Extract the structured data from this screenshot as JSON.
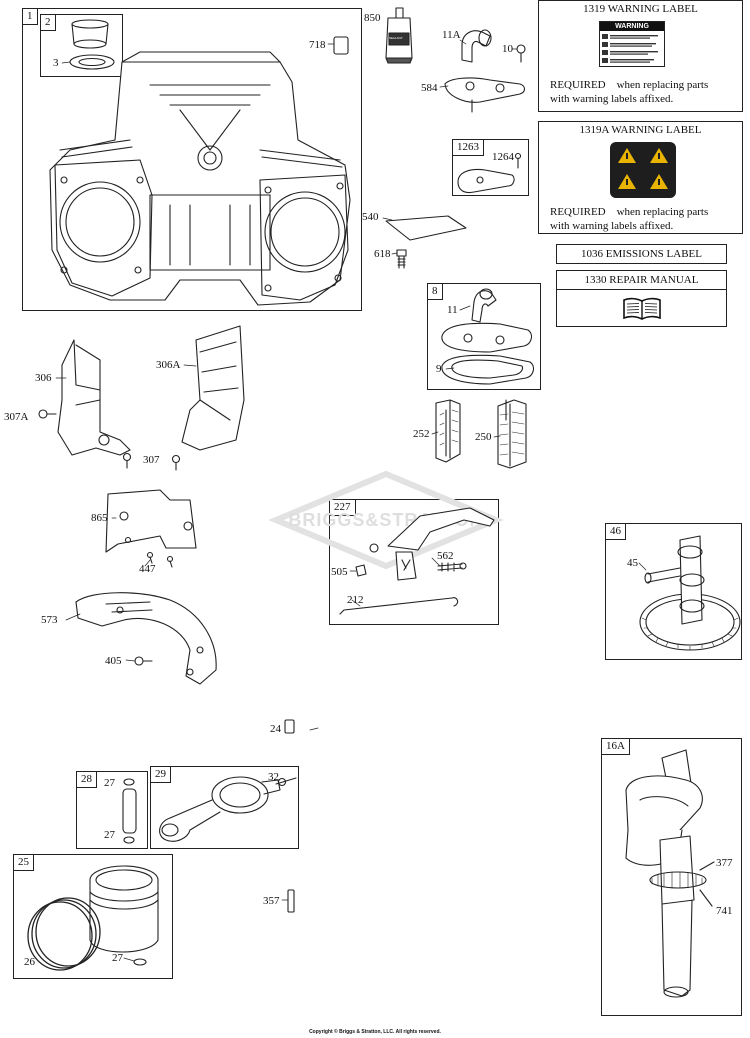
{
  "boxes": {
    "b1": "1",
    "b2": "2",
    "b8": "8",
    "b1263": "1263",
    "b227": "227",
    "b46": "46",
    "b16a": "16A",
    "b28": "28",
    "b29": "29",
    "b25": "25"
  },
  "callouts": {
    "p3": "3",
    "p718": "718",
    "p850": "850",
    "p11a": "11A",
    "p10": "10",
    "p584": "584",
    "p1264": "1264",
    "p540": "540",
    "p618": "618",
    "p11": "11",
    "p9": "9",
    "p306": "306",
    "p306a": "306A",
    "p307a": "307A",
    "p307": "307",
    "p252": "252",
    "p250": "250",
    "p865": "865",
    "p447": "447",
    "p505": "505",
    "p562": "562",
    "p212": "212",
    "p45": "45",
    "p573": "573",
    "p405": "405",
    "p24": "24",
    "p27a": "27",
    "p27b": "27",
    "p32": "32",
    "p377": "377",
    "p741": "741",
    "p357": "357",
    "p26": "26",
    "p27c": "27"
  },
  "labels": {
    "warning_title": "1319 WARNING LABEL",
    "warning_badge": "WARNING",
    "warning_req1": "REQUIRED    when replacing parts",
    "warning_req2": "with warning labels affixed.",
    "warning_a_title": "1319A WARNING LABEL",
    "warning_a_req1": "REQUIRED    when replacing parts",
    "warning_a_req2": "with warning labels affixed.",
    "emissions": "1036 EMISSIONS LABEL",
    "repair_manual": "1330 REPAIR MANUAL"
  },
  "tube_text": "SEALANT",
  "watermark": "BRIGGS&STRATTON",
  "copyright": "Copyright © Briggs & Stratton, LLC. All rights reserved.",
  "icons": [
    "book-icon",
    "warning-triangle-icon"
  ],
  "colors": {
    "line": "#222222",
    "label_dark": "#1e1e1e",
    "label_yellow": "#e8b400"
  }
}
